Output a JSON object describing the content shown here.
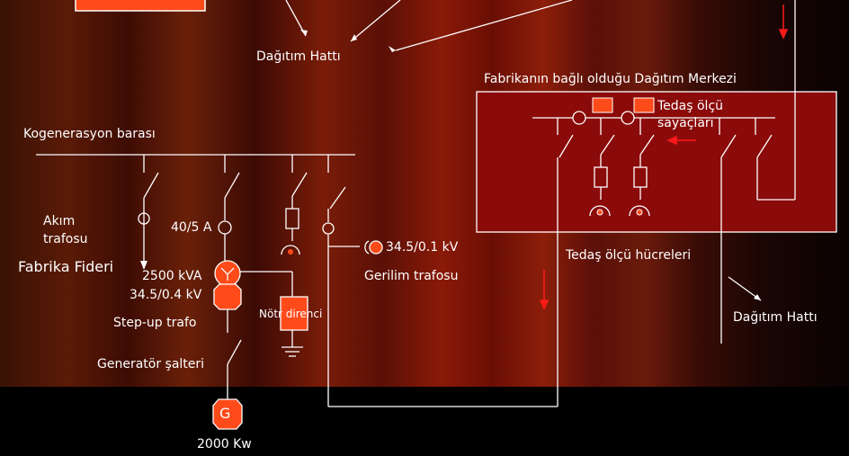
{
  "labels": {
    "dagitim_hatti_top": "Dağıtım Hattı",
    "fabrika_merkez": "Fabrikanın bağlı olduğu  Dağıtım Merkezi",
    "tedas_olcu_1": "Tedaş ölçü",
    "tedas_olcu_2": "sayaçları",
    "kojenerasyon": "Kogenerasyon barası",
    "akim_1": "Akım",
    "akim_2": "trafosu",
    "akim_ratio": "40/5 A",
    "fabrika_fideri": "Fabrika  Fideri",
    "kva": "2500 kVA",
    "kv_ratio": "34.5/0.4  kV",
    "step_up": "Step-up trafo",
    "notr": "Nötr direnci",
    "gerilim_ratio": "34.5/0.1 kV",
    "gerilim": "Gerilim trafosu",
    "tedas_hucre": "Tedaş ölçü hücreleri",
    "dagitim_hatti_right": "Dağıtım Hattı",
    "generator_salter": "Generatör şalteri",
    "generator_symbol": "G",
    "generator_power": "2000 Kw"
  },
  "colors": {
    "line": "#ffffff",
    "accent": "#ff4a1a",
    "arrow": "#ff1a1a",
    "panel": "#8b0a0a"
  }
}
